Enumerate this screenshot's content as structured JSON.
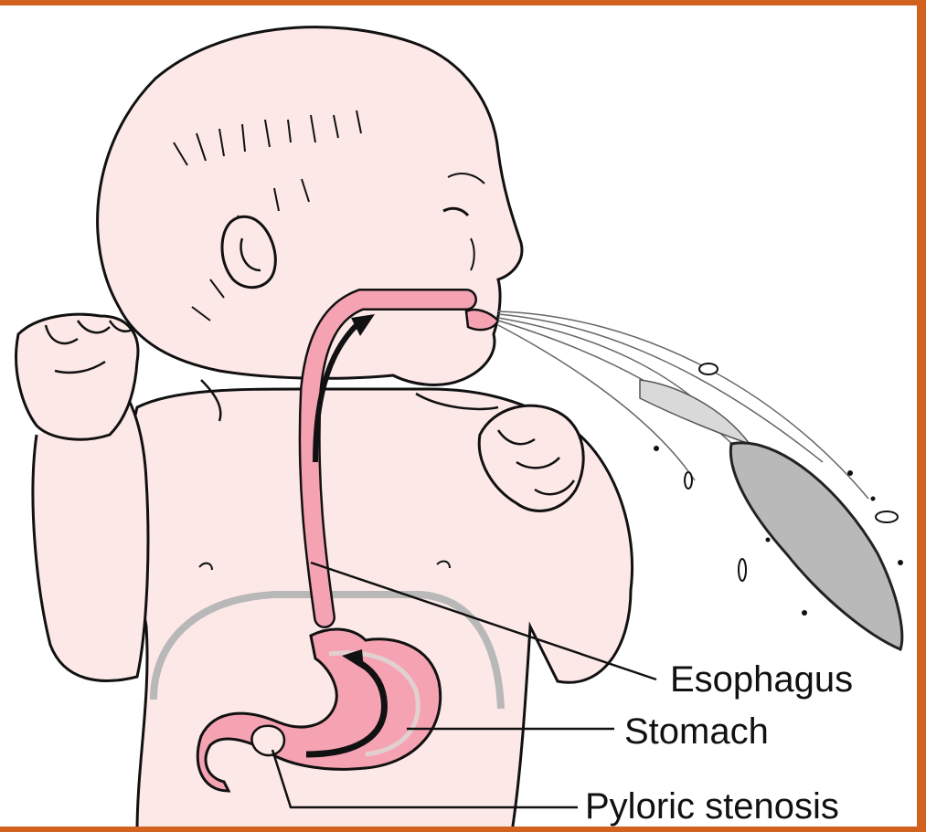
{
  "labels": {
    "esophagus": "Esophagus",
    "stomach": "Stomach",
    "pyloric_stenosis": "Pyloric stenosis"
  },
  "colors": {
    "frame": "#d2621f",
    "skin": "#fde8e8",
    "organ": "#f5a3b2",
    "vomit": "#b9b9b9",
    "outline": "#111111"
  }
}
